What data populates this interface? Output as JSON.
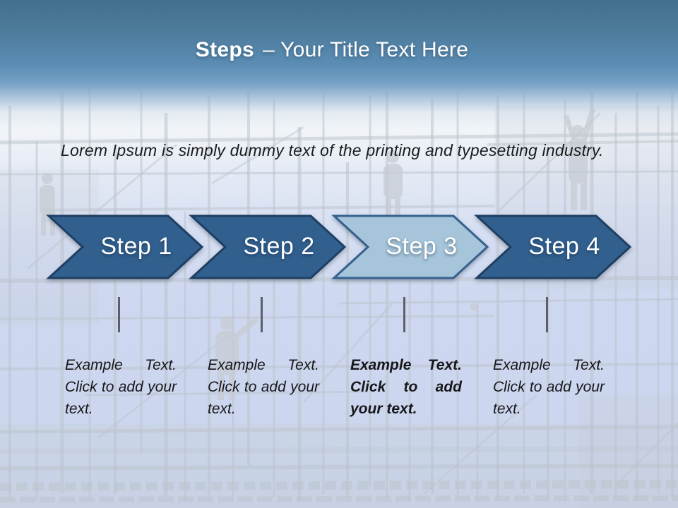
{
  "title": {
    "bold": "Steps",
    "rest": "– Your Title Text Here"
  },
  "intro": "Lorem Ipsum is simply dummy text of the printing and typesetting industry.",
  "steps": [
    {
      "label": "Step 1",
      "fill": "#31608f",
      "stroke": "#1e3f63",
      "description": "Example Text. Click to add your text.",
      "bold": false
    },
    {
      "label": "Step 2",
      "fill": "#31608f",
      "stroke": "#1e3f63",
      "description": "Example Text. Click to add your text.",
      "bold": false
    },
    {
      "label": "Step 3",
      "fill": "#a6c5da",
      "stroke": "#34618e",
      "description": "Example Text. Click to add your text.",
      "bold": true
    },
    {
      "label": "Step 4",
      "fill": "#31608f",
      "stroke": "#1e3f63",
      "description": "Example Text. Click to add your text.",
      "bold": false
    }
  ],
  "colors": {
    "accent_dark": "#31608f",
    "accent_light": "#a6c5da",
    "header_top": "#44708f",
    "connector": "#50525b",
    "scaffold_gray": "#bdc4cd"
  }
}
